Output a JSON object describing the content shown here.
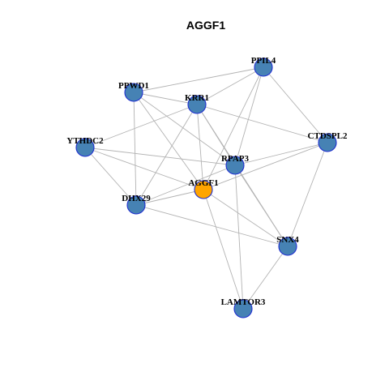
{
  "title": "AGGF1",
  "colors": {
    "node_fill": "#4682b4",
    "node_center_fill": "#ffa500",
    "node_stroke": "#1f2fd0",
    "edge": "#b3b3b3",
    "background": "#ffffff"
  },
  "nodes": [
    {
      "id": "PPIL4",
      "label": "PPIL4",
      "center": false
    },
    {
      "id": "PPWD1",
      "label": "PPWD1",
      "center": false
    },
    {
      "id": "KRR1",
      "label": "KRR1",
      "center": false
    },
    {
      "id": "YTHDC2",
      "label": "YTHDC2",
      "center": false
    },
    {
      "id": "CTDSPL2",
      "label": "CTDSPL2",
      "center": false
    },
    {
      "id": "RPAP3",
      "label": "RPAP3",
      "center": false
    },
    {
      "id": "AGGF1",
      "label": "AGGF1",
      "center": true
    },
    {
      "id": "DHX29",
      "label": "DHX29",
      "center": false
    },
    {
      "id": "SNX4",
      "label": "SNX4",
      "center": false
    },
    {
      "id": "LAMTOR3",
      "label": "LAMTOR3",
      "center": false
    }
  ],
  "edges": [
    [
      "PPIL4",
      "PPWD1"
    ],
    [
      "PPIL4",
      "KRR1"
    ],
    [
      "PPIL4",
      "CTDSPL2"
    ],
    [
      "PPIL4",
      "RPAP3"
    ],
    [
      "PPIL4",
      "AGGF1"
    ],
    [
      "PPWD1",
      "KRR1"
    ],
    [
      "PPWD1",
      "RPAP3"
    ],
    [
      "PPWD1",
      "AGGF1"
    ],
    [
      "PPWD1",
      "DHX29"
    ],
    [
      "KRR1",
      "YTHDC2"
    ],
    [
      "KRR1",
      "CTDSPL2"
    ],
    [
      "KRR1",
      "RPAP3"
    ],
    [
      "KRR1",
      "AGGF1"
    ],
    [
      "KRR1",
      "DHX29"
    ],
    [
      "KRR1",
      "SNX4"
    ],
    [
      "YTHDC2",
      "RPAP3"
    ],
    [
      "YTHDC2",
      "AGGF1"
    ],
    [
      "YTHDC2",
      "DHX29"
    ],
    [
      "CTDSPL2",
      "RPAP3"
    ],
    [
      "CTDSPL2",
      "AGGF1"
    ],
    [
      "CTDSPL2",
      "SNX4"
    ],
    [
      "RPAP3",
      "DHX29"
    ],
    [
      "RPAP3",
      "SNX4"
    ],
    [
      "RPAP3",
      "LAMTOR3"
    ],
    [
      "AGGF1",
      "DHX29"
    ],
    [
      "AGGF1",
      "SNX4"
    ],
    [
      "AGGF1",
      "LAMTOR3"
    ],
    [
      "DHX29",
      "SNX4"
    ],
    [
      "SNX4",
      "LAMTOR3"
    ]
  ]
}
